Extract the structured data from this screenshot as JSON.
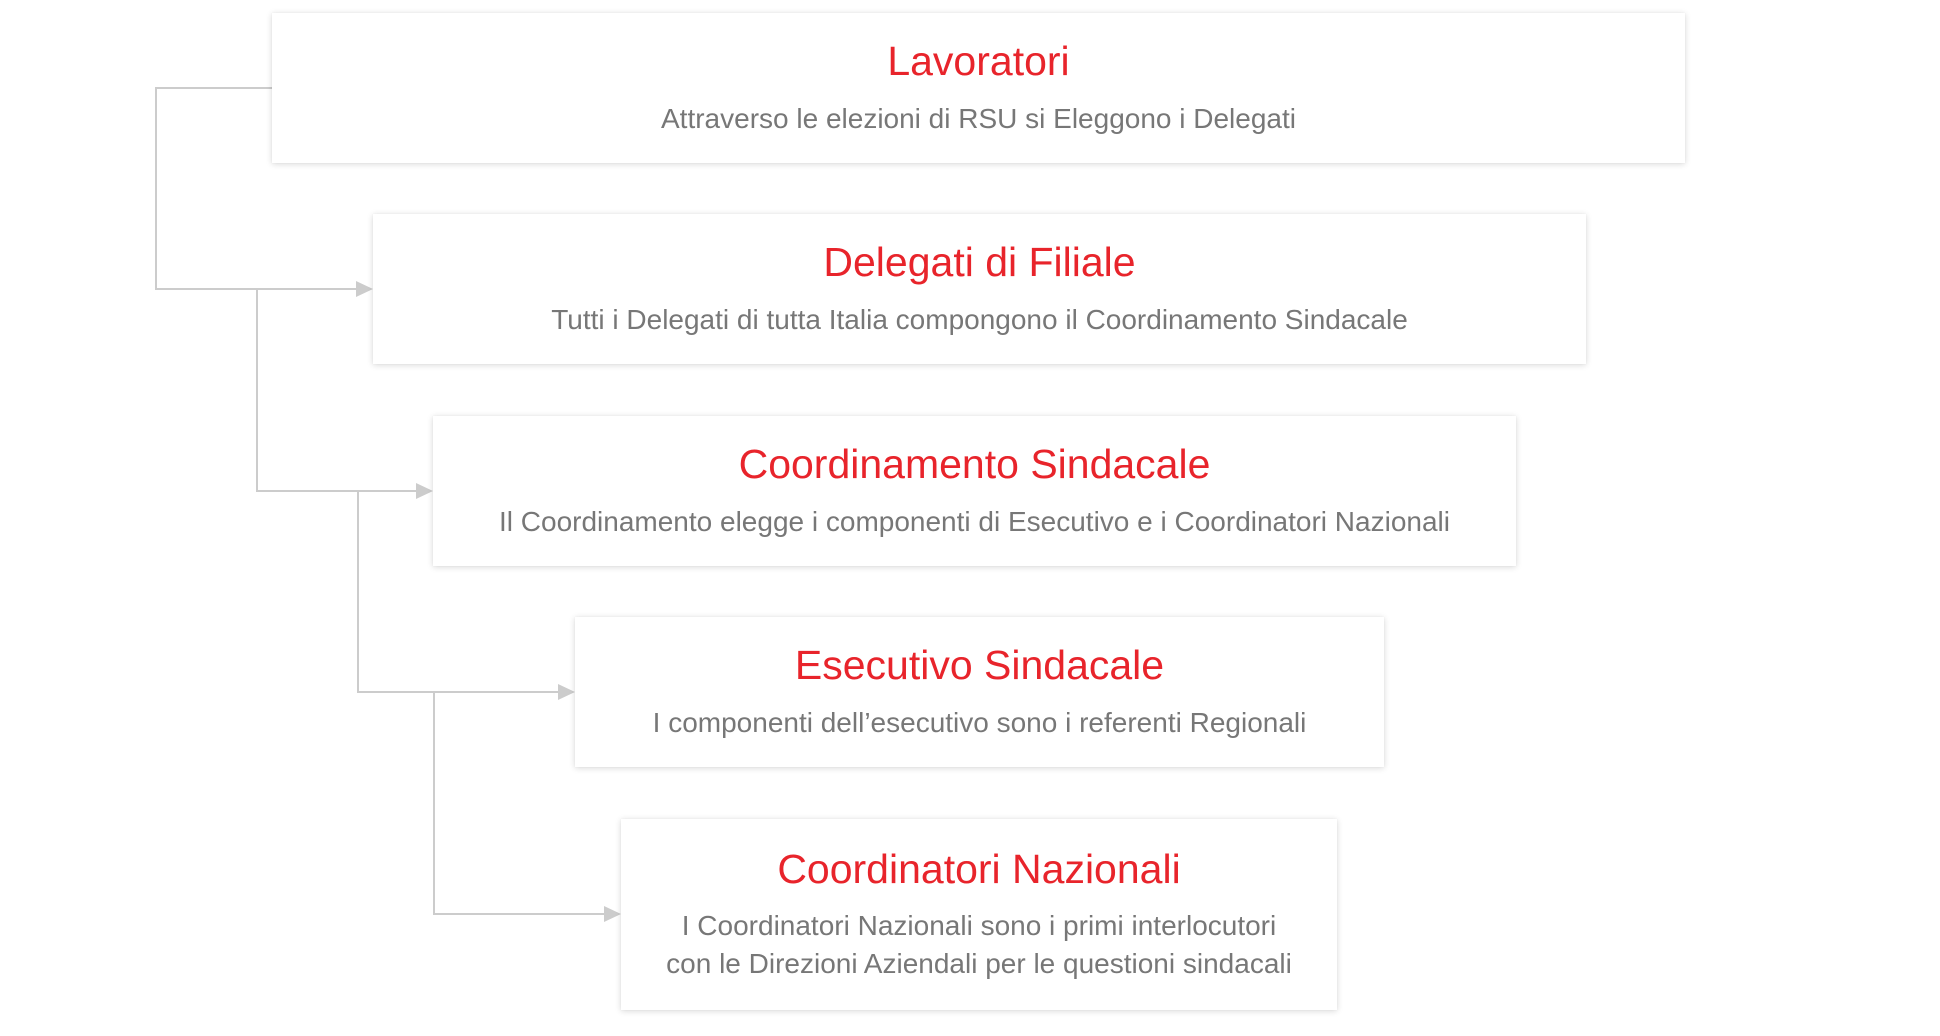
{
  "colors": {
    "title": "#e8242b",
    "description": "#777777",
    "connector": "#cccccc"
  },
  "boxes": [
    {
      "title": "Lavoratori",
      "description": "Attraverso le elezioni di RSU si Eleggono i Delegati"
    },
    {
      "title": "Delegati di Filiale",
      "description": "Tutti i Delegati di tutta Italia compongono il Coordinamento Sindacale"
    },
    {
      "title": "Coordinamento Sindacale",
      "description": "Il Coordinamento elegge i componenti di Esecutivo e i Coordinatori Nazionali"
    },
    {
      "title": "Esecutivo Sindacale",
      "description": "I componenti dell’esecutivo sono i referenti Regionali"
    },
    {
      "title": "Coordinatori Nazionali",
      "description": "I Coordinatori Nazionali sono i primi interlocutori\ncon le Direzioni Aziendali per le questioni sindacali"
    }
  ]
}
